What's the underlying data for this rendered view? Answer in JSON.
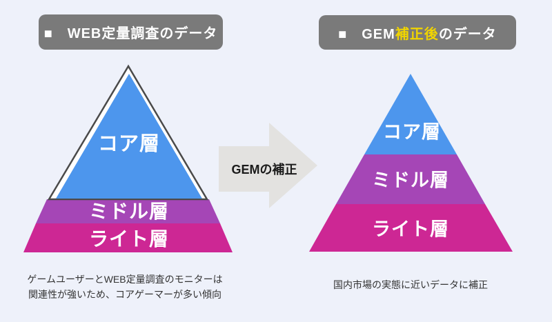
{
  "page": {
    "background_color": "#EEF1FA"
  },
  "left_panel": {
    "badge": {
      "label": "■　WEB定量調査のデータ",
      "background_color": "#7A7A7A",
      "text_color": "#FFFFFF"
    },
    "pyramid": {
      "outline_color": "#4A4A4A",
      "layers": [
        {
          "label": "コア層",
          "color": "#4D96ED"
        },
        {
          "label": "ミドル層",
          "color": "#A546B6"
        },
        {
          "label": "ライト層",
          "color": "#CD2794"
        }
      ]
    },
    "caption_line1": "ゲームユーザーとWEB定量調査のモニターは",
    "caption_line2": "関連性が強いため、コアゲーマーが多い傾向"
  },
  "arrow": {
    "label": "GEMの補正",
    "color": "#E3E2E0",
    "label_color": "#1B1B1B"
  },
  "right_panel": {
    "badge": {
      "prefix": "■　GEM",
      "highlight": "補正後",
      "suffix": "のデータ",
      "background_color": "#7A7A7A",
      "text_color": "#FFFFFF",
      "highlight_color": "#F0D400"
    },
    "pyramid": {
      "layers": [
        {
          "label": "コア層",
          "color": "#4D96ED"
        },
        {
          "label": "ミドル層",
          "color": "#A546B6"
        },
        {
          "label": "ライト層",
          "color": "#CD2794"
        }
      ]
    },
    "caption": "国内市場の実態に近いデータに補正"
  }
}
